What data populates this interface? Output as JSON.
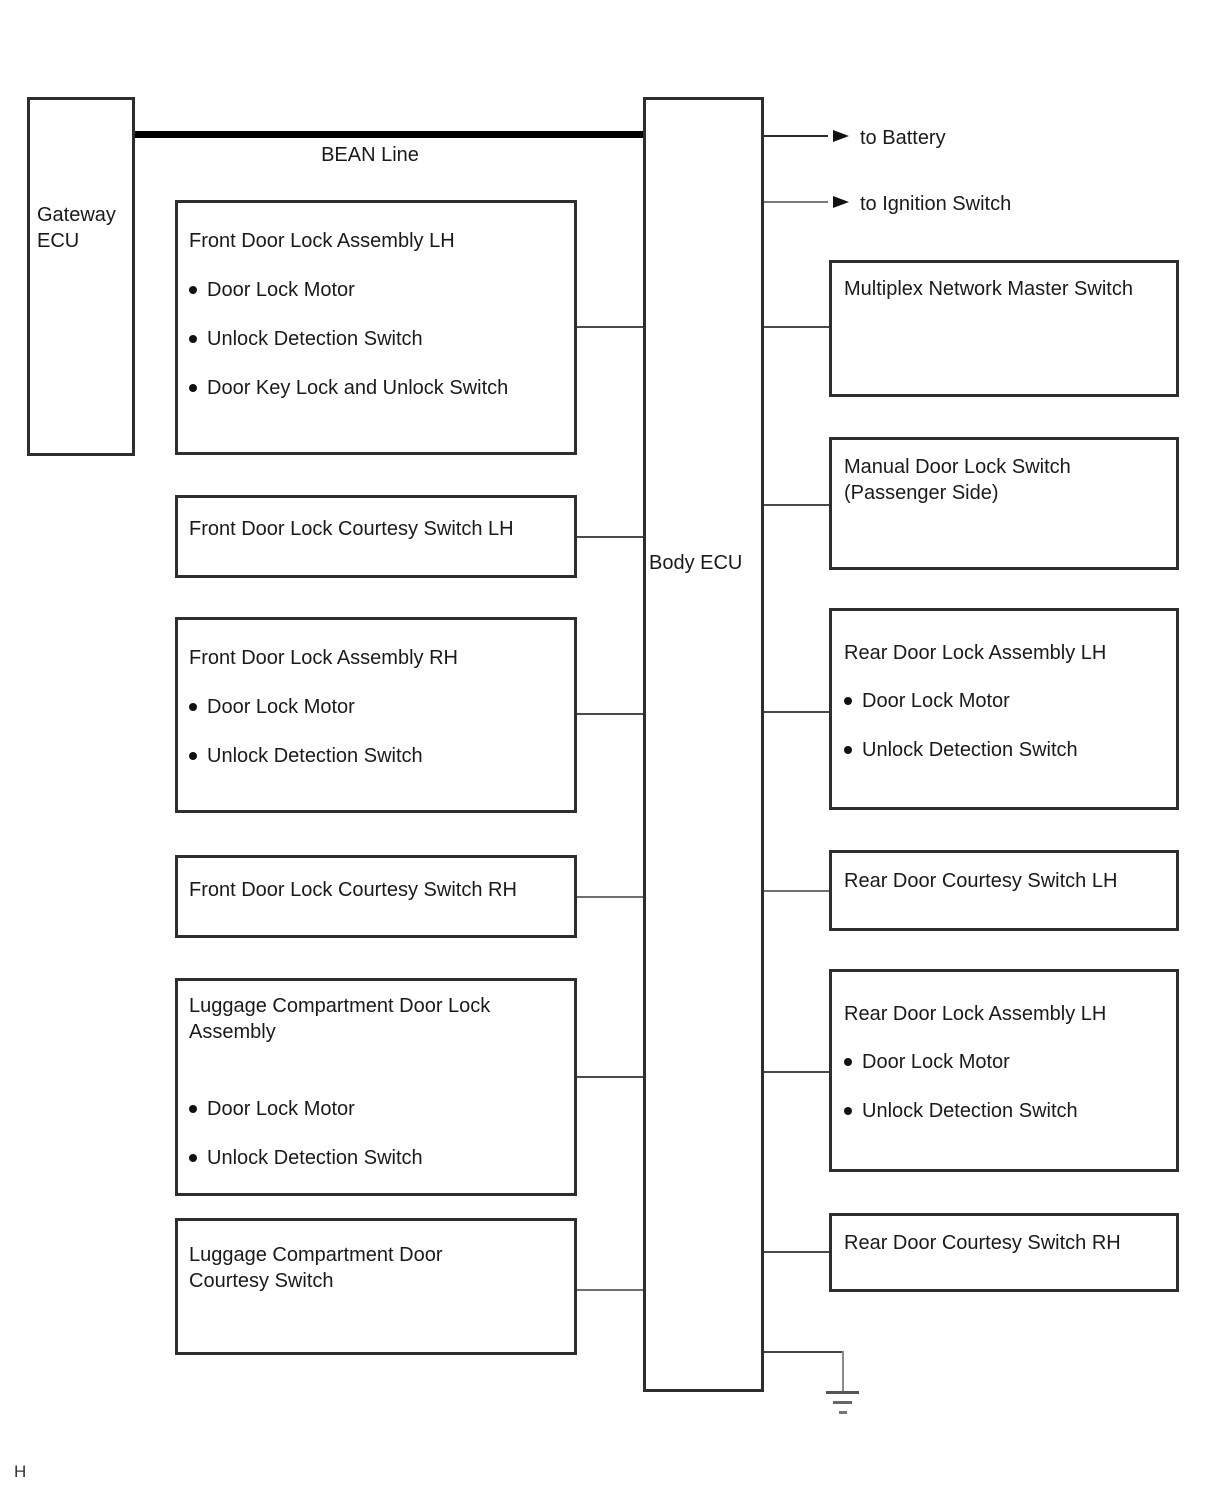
{
  "diagram": {
    "gateway_label": "Gateway ECU",
    "body_label": "Body ECU",
    "bean_label": "BEAN Line",
    "arrow_battery": "to Battery",
    "arrow_ignition": "to Ignition Switch",
    "left_boxes": [
      {
        "title": "Front Door Lock Assembly LH",
        "items": [
          "Door Lock Motor",
          "Unlock Detection Switch",
          "Door Key Lock and Unlock Switch"
        ]
      },
      {
        "title": "Front Door Lock Courtesy Switch LH",
        "items": []
      },
      {
        "title": "Front Door Lock Assembly RH",
        "items": [
          "Door Lock Motor",
          "Unlock Detection Switch"
        ]
      },
      {
        "title": "Front Door Lock Courtesy Switch RH",
        "items": []
      },
      {
        "title": "Luggage Compartment Door Lock Assembly",
        "items": [
          "Door Lock Motor",
          "Unlock Detection Switch"
        ]
      },
      {
        "title": "Luggage Compartment Door Courtesy Switch",
        "items": []
      }
    ],
    "right_boxes": [
      {
        "title": "Multiplex Network Master Switch",
        "items": []
      },
      {
        "title": "Manual Door Lock Switch (Passenger Side)",
        "items": []
      },
      {
        "title": "Rear Door Lock Assembly LH",
        "items": [
          "Door Lock Motor",
          "Unlock Detection Switch"
        ]
      },
      {
        "title": "Rear Door Courtesy Switch LH",
        "items": []
      },
      {
        "title": "Rear Door Lock Assembly LH",
        "items": [
          "Door Lock Motor",
          "Unlock Detection Switch"
        ]
      },
      {
        "title": "Rear Door Courtesy Switch RH",
        "items": []
      }
    ],
    "page_marker": "H",
    "colors": {
      "bean_line": "#000000",
      "box_border": "#2e2e2e",
      "connector_dark": "#4a4a4a",
      "connector_gray": "#7a7a7a",
      "text": "#1a1a1a"
    }
  }
}
